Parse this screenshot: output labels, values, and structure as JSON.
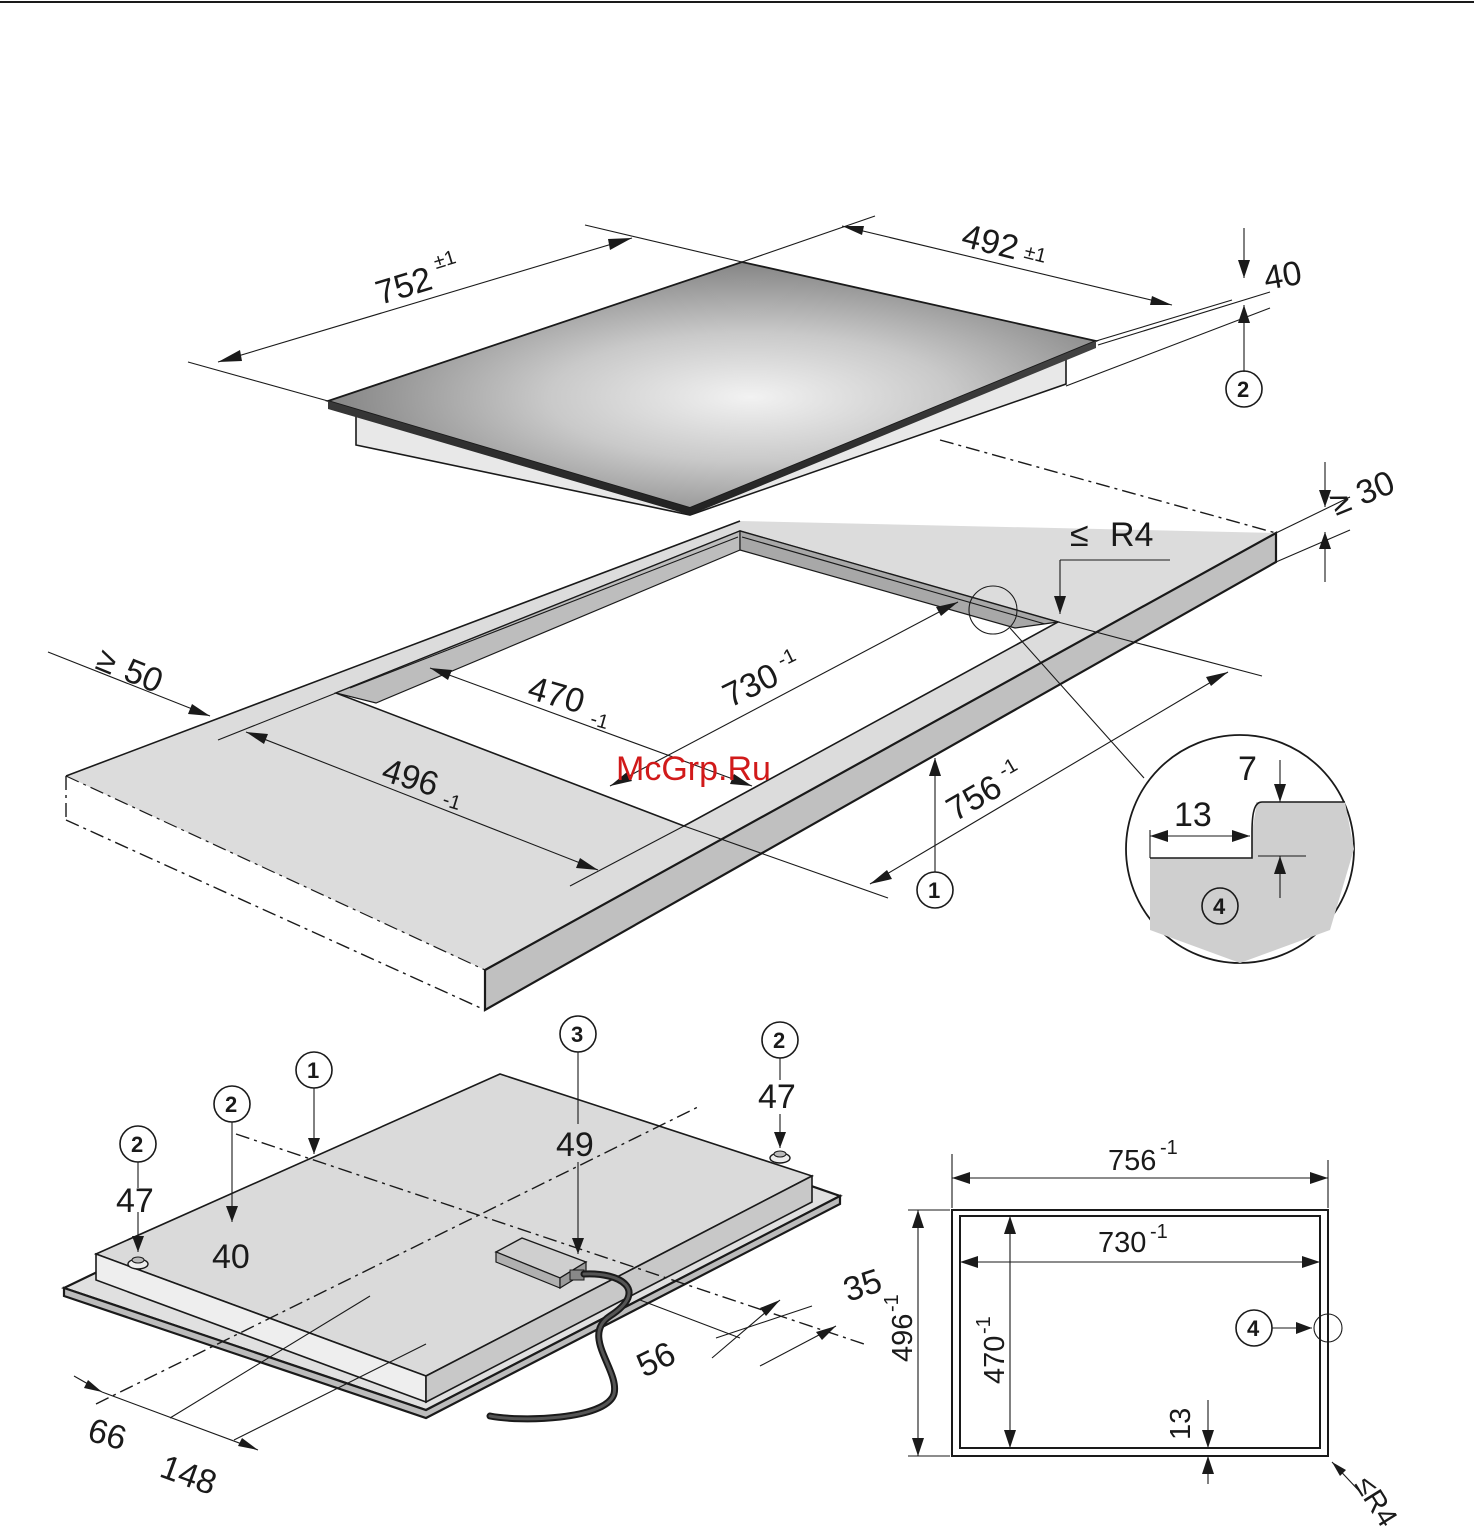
{
  "top_view": {
    "hob_width": "752",
    "hob_width_tol": "±1",
    "hob_depth": "492",
    "hob_depth_tol": "±1",
    "hob_height": "40",
    "worktop_thickness_prefix": "≥",
    "worktop_thickness": "30",
    "front_edge_prefix": "≥",
    "front_edge": "50",
    "cutout_inner_depth": "470",
    "cutout_inner_depth_tol": "-1",
    "cutout_inner_width": "730",
    "cutout_inner_width_tol": "-1",
    "cutout_outer_depth": "496",
    "cutout_outer_depth_tol": "-1",
    "cutout_outer_width": "756",
    "cutout_outer_width_tol": "-1",
    "radius_prefix": "≤",
    "radius": "R4"
  },
  "detail": {
    "rebate_width": "13",
    "rebate_depth": "7"
  },
  "underside": {
    "foot_height_a": "47",
    "foot_height_b": "47",
    "body_height": "40",
    "box_height": "49",
    "offset_35": "35",
    "offset_56": "56",
    "offset_66": "66",
    "offset_148": "148"
  },
  "plan": {
    "outer_width": "756",
    "outer_width_tol": "-1",
    "inner_width": "730",
    "inner_width_tol": "-1",
    "outer_depth": "496",
    "outer_depth_tol": "-1",
    "inner_depth": "470",
    "inner_depth_tol": "-1",
    "rebate": "13",
    "radius": "≤R4"
  },
  "callouts": [
    "1",
    "2",
    "3",
    "4"
  ],
  "watermark": "McGrp.Ru"
}
